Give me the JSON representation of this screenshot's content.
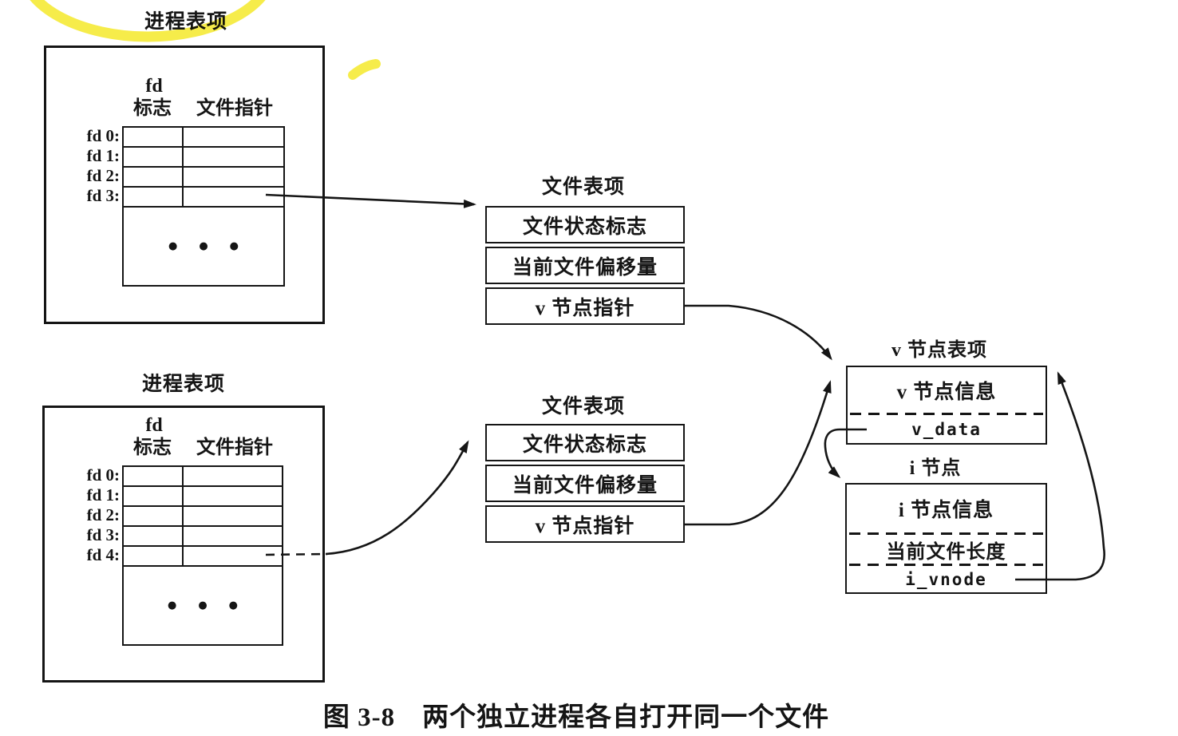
{
  "diagram": {
    "caption": "图 3-8　两个独立进程各自打开同一个文件",
    "process_table_1": {
      "title": "进程表项",
      "col_fd": "fd",
      "col_flags": "标志",
      "col_pointer": "文件指针",
      "rows": [
        "fd 0:",
        "fd 1:",
        "fd 2:",
        "fd 3:"
      ],
      "ellipsis": "●●●"
    },
    "process_table_2": {
      "title": "进程表项",
      "col_fd": "fd",
      "col_flags": "标志",
      "col_pointer": "文件指针",
      "rows": [
        "fd 0:",
        "fd 1:",
        "fd 2:",
        "fd 3:",
        "fd 4:"
      ],
      "ellipsis": "●●●"
    },
    "file_table_1": {
      "title": "文件表项",
      "rows": [
        "文件状态标志",
        "当前文件偏移量",
        "v 节点指针"
      ]
    },
    "file_table_2": {
      "title": "文件表项",
      "rows": [
        "文件状态标志",
        "当前文件偏移量",
        "v 节点指针"
      ]
    },
    "vnode_table": {
      "title": "v 节点表项",
      "row_info": "v 节点信息",
      "row_vdata": "v_data"
    },
    "inode_table": {
      "title": "i 节点",
      "row_info": "i 节点信息",
      "row_length": "当前文件长度",
      "row_ivnode": "i_vnode"
    },
    "colors": {
      "ink": "#151515",
      "highlight": "#f6ec4a",
      "paper": "#ffffff"
    }
  }
}
